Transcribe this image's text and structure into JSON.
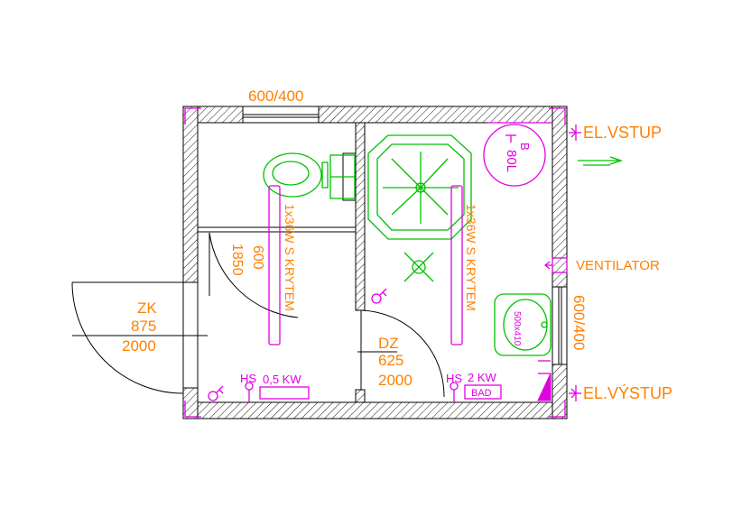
{
  "labels": {
    "window_top": "600/400",
    "window_right": "600/400",
    "el_vstup": "EL.VSTUP",
    "el_vystup": "EL.VÝSTUP",
    "ventilator": "VENTILATOR",
    "boiler_b": "B",
    "boiler_80l": "80L",
    "light_left": "1x36W S KRYTEM",
    "light_right": "1x36W S KRYTEM",
    "door_inner_w": "600",
    "door_inner_h": "1850",
    "zk_name": "ZK",
    "zk_w": "875",
    "zk_h": "2000",
    "dz_name": "DZ",
    "dz_w": "625",
    "dz_h": "2000",
    "hs_left": "HS",
    "heater_left": "0,5 KW",
    "hs_right": "HS",
    "heater_right": "2 KW",
    "bad": "BAD",
    "sink_size": "500x410"
  },
  "colors": {
    "text_orange": "#ff8000",
    "fixtures_green": "#00c000",
    "electric_magenta": "#e000e0",
    "walls": "#000000"
  }
}
